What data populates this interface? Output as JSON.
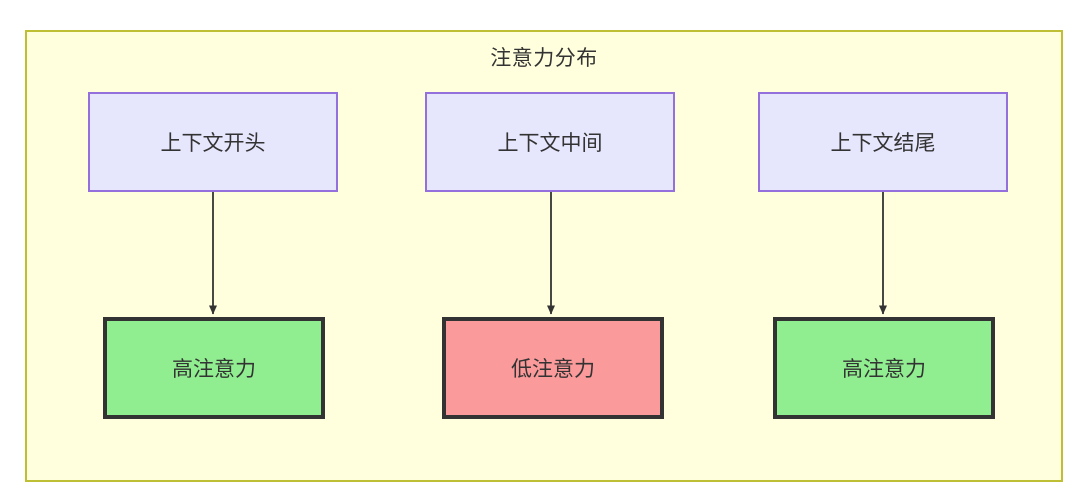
{
  "diagram": {
    "type": "flowchart",
    "title": "注意力分布",
    "container": {
      "fill_color": "#ffffdd",
      "border_color": "#bfbf35"
    },
    "nodes": [
      {
        "id": "ctx-start",
        "label": "上下文开头",
        "group": "context",
        "fill_color": "#e6e6fd",
        "border_color": "#9370db"
      },
      {
        "id": "ctx-middle",
        "label": "上下文中间",
        "group": "context",
        "fill_color": "#e6e6fd",
        "border_color": "#9370db"
      },
      {
        "id": "ctx-end",
        "label": "上下文结尾",
        "group": "context",
        "fill_color": "#e6e6fd",
        "border_color": "#9370db"
      },
      {
        "id": "attn-high-start",
        "label": "高注意力",
        "group": "attention",
        "fill_color": "#90ee90",
        "border_color": "#333333"
      },
      {
        "id": "attn-low-middle",
        "label": "低注意力",
        "group": "attention",
        "fill_color": "#fa9a9a",
        "border_color": "#333333"
      },
      {
        "id": "attn-high-end",
        "label": "高注意力",
        "group": "attention",
        "fill_color": "#90ee90",
        "border_color": "#333333"
      }
    ],
    "edges": [
      {
        "from": "ctx-start",
        "to": "attn-high-start",
        "label": "",
        "style": "arrow"
      },
      {
        "from": "ctx-middle",
        "to": "attn-low-middle",
        "label": "",
        "style": "arrow"
      },
      {
        "from": "ctx-end",
        "to": "attn-high-end",
        "label": "",
        "style": "arrow"
      }
    ],
    "edge_color": "#333333"
  }
}
